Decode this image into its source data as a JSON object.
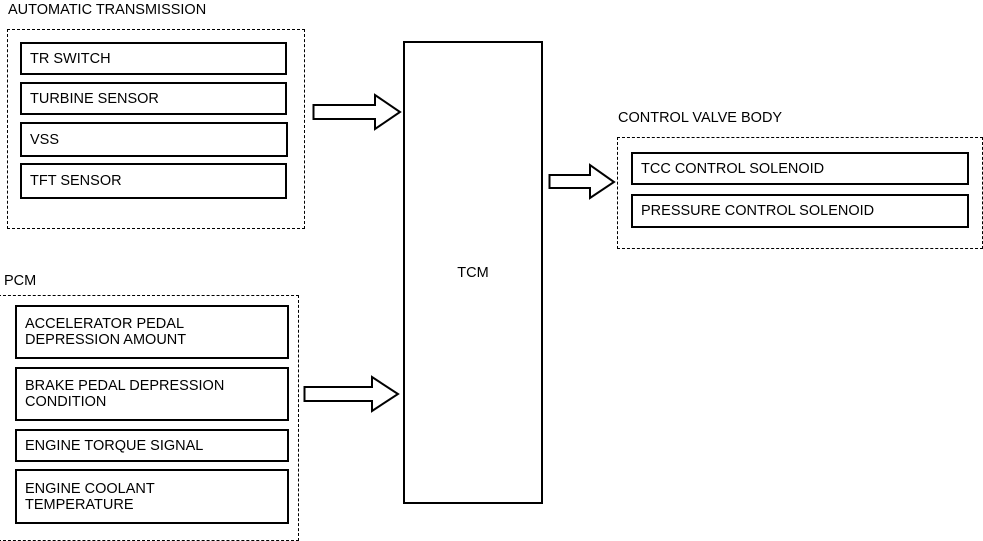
{
  "diagram": {
    "groups": {
      "automatic_transmission": {
        "title": "AUTOMATIC TRANSMISSION",
        "items": [
          "TR SWITCH",
          "TURBINE SENSOR",
          "VSS",
          "TFT SENSOR"
        ]
      },
      "pcm": {
        "title": "PCM",
        "items": [
          "ACCELERATOR PEDAL\nDEPRESSION AMOUNT",
          "BRAKE PEDAL DEPRESSION\nCONDITION",
          "ENGINE TORQUE SIGNAL",
          "ENGINE COOLANT\nTEMPERATURE"
        ]
      },
      "control_valve_body": {
        "title": "CONTROL VALVE BODY",
        "items": [
          "TCC CONTROL SOLENOID",
          "PRESSURE CONTROL SOLENOID"
        ]
      }
    },
    "tcm": {
      "label": "TCM"
    },
    "connections": [
      {
        "from": "AUTOMATIC TRANSMISSION",
        "to": "TCM"
      },
      {
        "from": "PCM",
        "to": "TCM"
      },
      {
        "from": "TCM",
        "to": "CONTROL VALVE BODY"
      }
    ]
  }
}
